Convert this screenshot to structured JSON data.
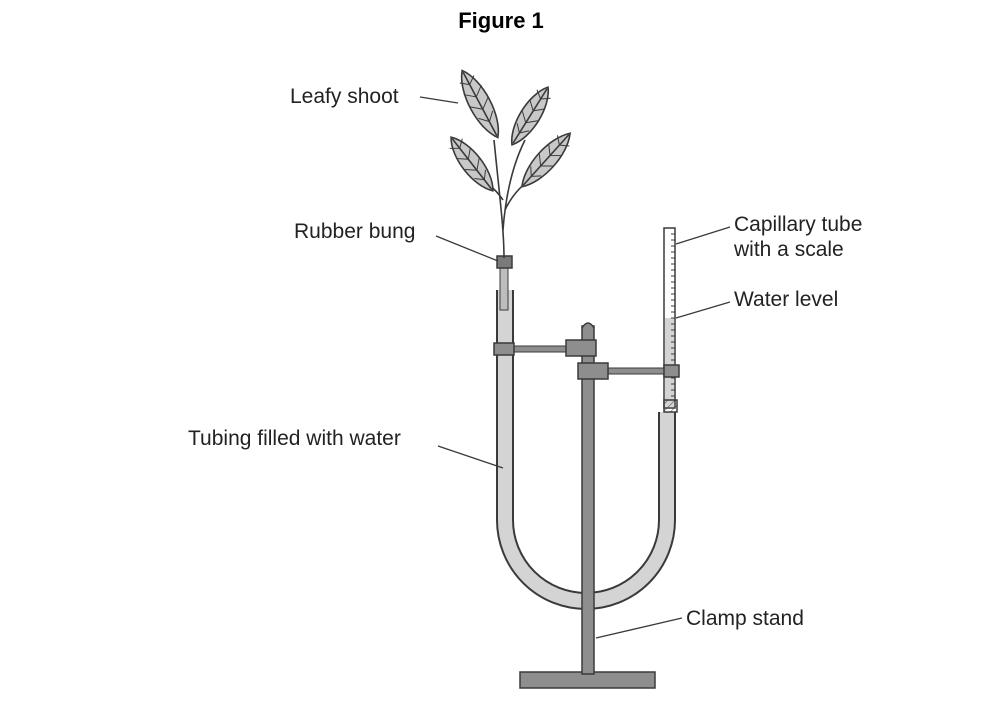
{
  "figure": {
    "title": "Figure 1"
  },
  "labels": {
    "leafy_shoot": "Leafy shoot",
    "rubber_bung": "Rubber bung",
    "capillary_line1": "Capillary tube",
    "capillary_line2": "with a scale",
    "water_level": "Water level",
    "tubing": "Tubing filled with water",
    "clamp_stand": "Clamp stand"
  },
  "colors": {
    "outline": "#3a3a3a",
    "tube_fill": "#d4d4d4",
    "metal": "#8e8e8e",
    "leaf_fill": "#c8c8c8"
  }
}
